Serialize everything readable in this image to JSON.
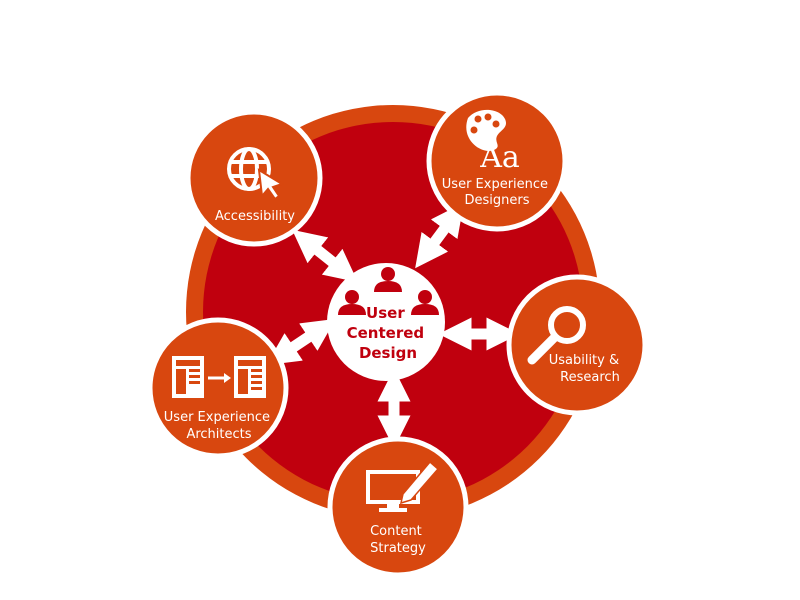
{
  "colors": {
    "ring_outer": "#d8470f",
    "ring_inner": "#c0000e",
    "node_fill": "#d8470f",
    "node_stroke": "#ffffff",
    "center_fill": "#ffffff",
    "center_text": "#c0000e",
    "arrow": "#ffffff",
    "icon": "#ffffff"
  },
  "center": {
    "lines": [
      "User",
      "Centered",
      "Design"
    ],
    "icon": "people-group-icon"
  },
  "nodes": [
    {
      "id": "accessibility",
      "icon": "globe-cursor-icon",
      "lines": [
        "Accessibility"
      ]
    },
    {
      "id": "ux-designers",
      "icon": "palette-typography-icon",
      "icon_text": "Aa",
      "lines": [
        "User Experience",
        "Designers"
      ]
    },
    {
      "id": "usability-research",
      "icon": "magnifier-icon",
      "lines": [
        "Usability &",
        "Research"
      ]
    },
    {
      "id": "content-strategy",
      "icon": "monitor-pencil-icon",
      "lines": [
        "Content",
        "Strategy"
      ]
    },
    {
      "id": "ux-architects",
      "icon": "wireframe-flow-icon",
      "lines": [
        "User Experience",
        "Architects"
      ]
    }
  ]
}
